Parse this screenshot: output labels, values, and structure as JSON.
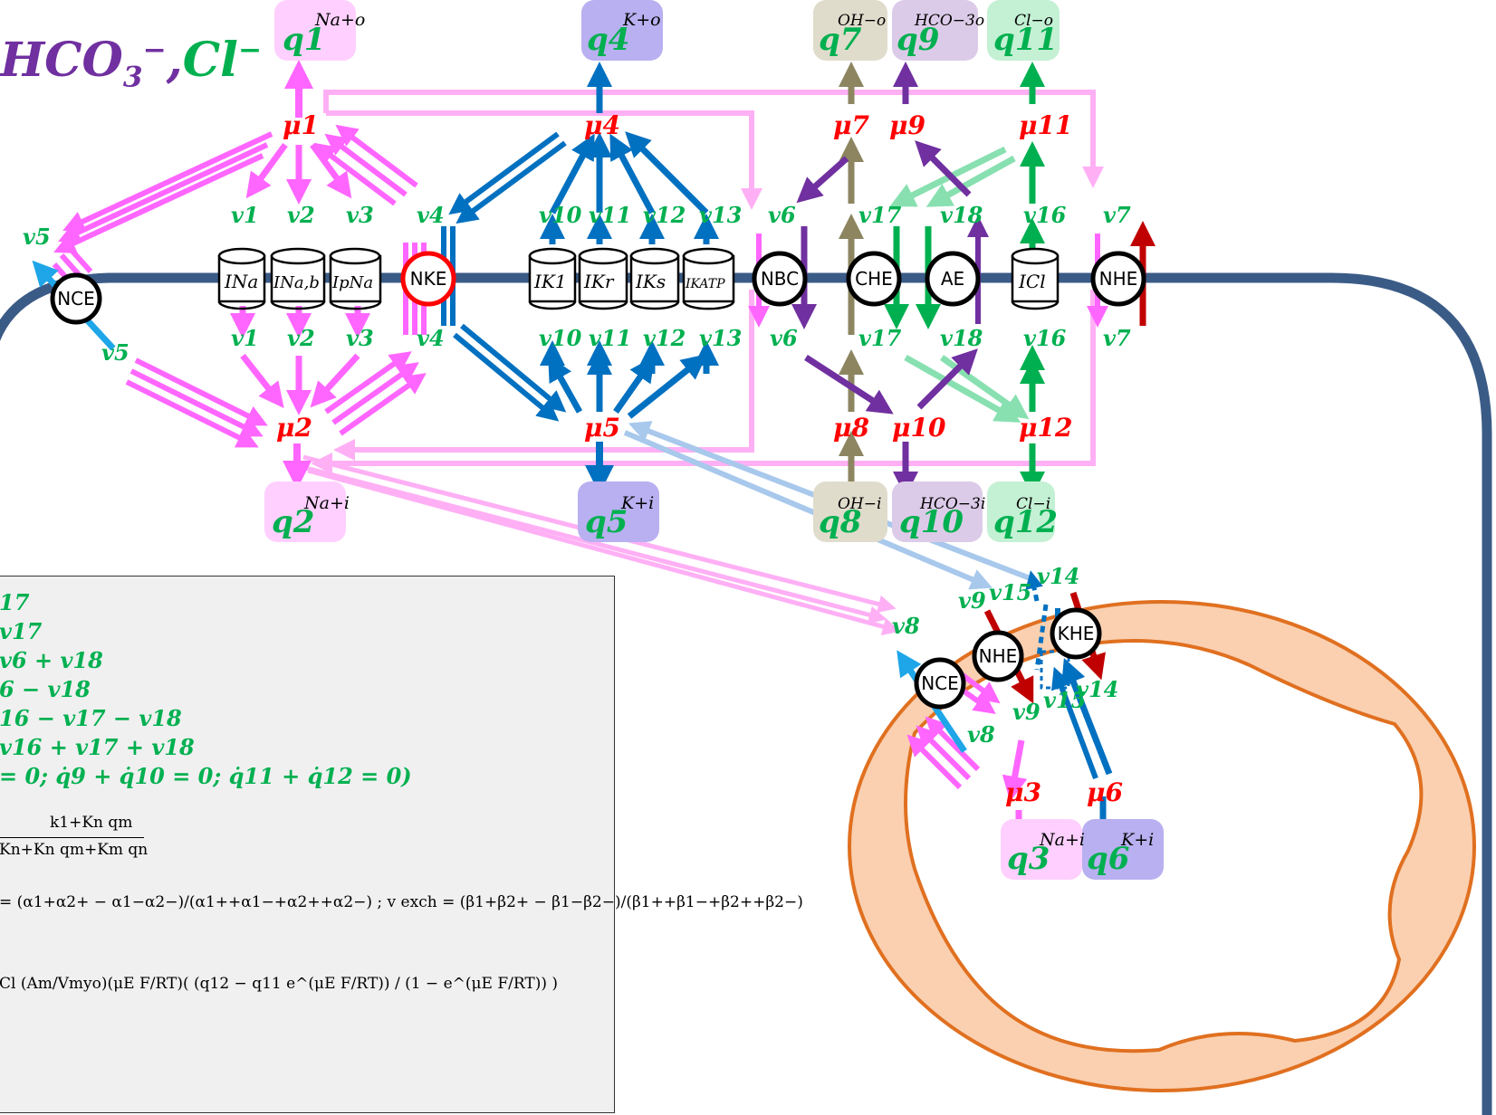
{
  "title": {
    "part1": "HCO",
    "part1_sub": "3",
    "part1_sup": "−",
    "sep": ",",
    "part2": "Cl",
    "part2_sup": "−"
  },
  "pools": {
    "q1": {
      "label": "q1",
      "ion": "Na+o"
    },
    "q2": {
      "label": "q2",
      "ion": "Na+i"
    },
    "q3": {
      "label": "q3",
      "ion": "Na+i"
    },
    "q4": {
      "label": "q4",
      "ion": "K+o"
    },
    "q5": {
      "label": "q5",
      "ion": "K+i"
    },
    "q6": {
      "label": "q6",
      "ion": "K+i"
    },
    "q7": {
      "label": "q7",
      "ion": "OH−o"
    },
    "q8": {
      "label": "q8",
      "ion": "OH−i"
    },
    "q9": {
      "label": "q9",
      "ion": "HCO−3o"
    },
    "q10": {
      "label": "q10",
      "ion": "HCO−3i"
    },
    "q11": {
      "label": "q11",
      "ion": "Cl−o"
    },
    "q12": {
      "label": "q12",
      "ion": "Cl−i"
    }
  },
  "potentials": [
    "μ1",
    "μ2",
    "μ3",
    "μ4",
    "μ5",
    "μ6",
    "μ7",
    "μ8",
    "μ9",
    "μ10",
    "μ11",
    "μ12"
  ],
  "transporters": {
    "nce": "NCE",
    "nke": "NKE",
    "nbc": "NBC",
    "che": "CHE",
    "ae": "AE",
    "nhe": "NHE",
    "mito_nce": "NCE",
    "mito_nhe": "NHE",
    "mito_khe": "KHE"
  },
  "channels": [
    "INa",
    "INa,b",
    "IpNa",
    "IK1",
    "IKr",
    "IKs",
    "IKATP",
    "ICl"
  ],
  "flux_labels": {
    "v1": "v1",
    "v2": "v2",
    "v3": "v3",
    "v4": "v4",
    "v5": "v5",
    "v6": "v6",
    "v7": "v7",
    "v8": "v8",
    "v9": "v9",
    "v10": "v10",
    "v11": "v11",
    "v12": "v12",
    "v13": "v13",
    "v14": "v14",
    "v15": "v15",
    "v16": "v16",
    "v17": "v17",
    "v18": "v18"
  },
  "equations": {
    "l1": "17",
    "l2": "v17",
    "l3": "v6 + v18",
    "l4": "6 − v18",
    "l5": "16 − v17 − v18",
    "l6": "v16 + v17 + v18",
    "l7": "= 0; q̇9 + q̇10 = 0; q̇11 + q̇12 = 0)",
    "l8_num": "k1+Kn qm",
    "l8_den": "Kn+Kn qm+Km qn",
    "l9": "= (α1+α2+ − α1−α2−)/(α1++α1−+α2++α2−) ; v exch = (β1+β2+ − β1−β2−)/(β1++β1−+β2++β2−)",
    "l10": "Cl (Am/Vmyo)(μE F/RT)( (q12 − q11 e^(μE F/RT)) / (1 − e^(μE F/RT)) )"
  },
  "colors": {
    "membrane": "#3b5b87",
    "mito_fill": "#fad0b0",
    "mito_edge": "#e07020",
    "na": "#ff66ff",
    "k": "#0070c0",
    "oh": "#8c8560",
    "hco3": "#7030a0",
    "cl": "#00b050",
    "h": "#c00000",
    "nce_blue": "#1ea6e8",
    "mu": "#ff0000"
  }
}
